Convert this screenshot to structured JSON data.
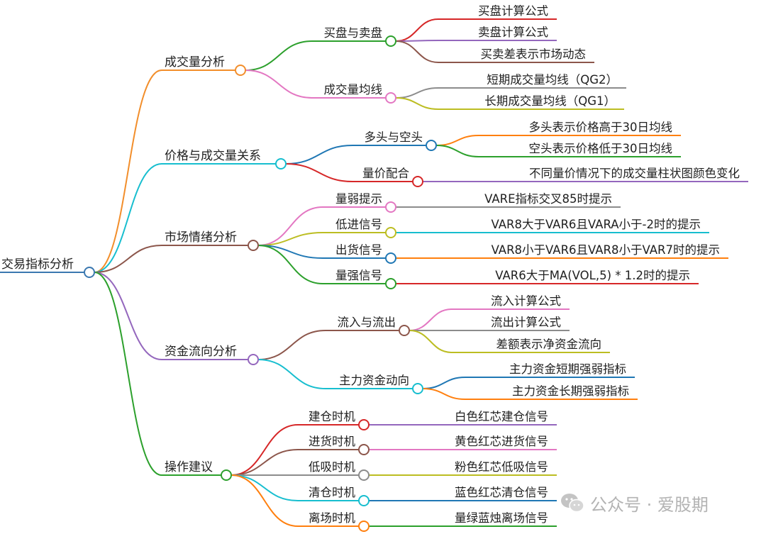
{
  "mindmap": {
    "root": {
      "label": "交易指标分析",
      "color": "#3b78b0"
    },
    "branches": [
      {
        "label": "成交量分析",
        "color": "#f28e2b",
        "children": [
          {
            "label": "买盘与卖盘",
            "color": "#2ca02c",
            "children": [
              {
                "label": "买盘计算公式",
                "color": "#d62728"
              },
              {
                "label": "卖盘计算公式",
                "color": "#9467bd"
              },
              {
                "label": "买卖差表示市场动态",
                "color": "#8c564b"
              }
            ]
          },
          {
            "label": "成交量均线",
            "color": "#e377c2",
            "children": [
              {
                "label": "短期成交量均线（QG2）",
                "color": "#8c8c8c"
              },
              {
                "label": "长期成交量均线（QG1）",
                "color": "#bcbd22"
              }
            ]
          }
        ]
      },
      {
        "label": "价格与成交量关系",
        "color": "#17becf",
        "children": [
          {
            "label": "多头与空头",
            "color": "#1f77b4",
            "children": [
              {
                "label": "多头表示价格高于30日均线",
                "color": "#ff7f0e"
              },
              {
                "label": "空头表示价格低于30日均线",
                "color": "#2ca02c"
              }
            ]
          },
          {
            "label": "量价配合",
            "color": "#d62728",
            "children": [
              {
                "label": "不同量价情况下的成交量柱状图颜色变化",
                "color": "#9467bd"
              }
            ]
          }
        ]
      },
      {
        "label": "市场情绪分析",
        "color": "#8c564b",
        "children": [
          {
            "label": "量弱提示",
            "color": "#e377c2",
            "children": [
              {
                "label": "VARE指标交叉85时提示",
                "color": "#8c8c8c"
              }
            ]
          },
          {
            "label": "低进信号",
            "color": "#bcbd22",
            "children": [
              {
                "label": "VAR8大于VAR6且VARA小于-2时的提示",
                "color": "#17becf"
              }
            ]
          },
          {
            "label": "出货信号",
            "color": "#1f77b4",
            "children": [
              {
                "label": "VAR8小于VAR6且VAR8小于VAR7时的提示",
                "color": "#ff7f0e"
              }
            ]
          },
          {
            "label": "量强信号",
            "color": "#2ca02c",
            "children": [
              {
                "label": "VAR6大于MA(VOL,5) * 1.2时的提示",
                "color": "#d62728"
              }
            ]
          }
        ]
      },
      {
        "label": "资金流向分析",
        "color": "#9467bd",
        "children": [
          {
            "label": "流入与流出",
            "color": "#8c564b",
            "children": [
              {
                "label": "流入计算公式",
                "color": "#e377c2"
              },
              {
                "label": "流出计算公式",
                "color": "#8c8c8c"
              },
              {
                "label": "差额表示净资金流向",
                "color": "#bcbd22"
              }
            ]
          },
          {
            "label": "主力资金动向",
            "color": "#17becf",
            "children": [
              {
                "label": "主力资金短期强弱指标",
                "color": "#1f77b4"
              },
              {
                "label": "主力资金长期强弱指标",
                "color": "#ff7f0e"
              }
            ]
          }
        ]
      },
      {
        "label": "操作建议",
        "color": "#2ca02c",
        "children": [
          {
            "label": "建仓时机",
            "color": "#d62728",
            "children": [
              {
                "label": "白色红芯建仓信号",
                "color": "#9467bd"
              }
            ]
          },
          {
            "label": "进货时机",
            "color": "#8c564b",
            "children": [
              {
                "label": "黄色红芯进货信号",
                "color": "#e377c2"
              }
            ]
          },
          {
            "label": "低吸时机",
            "color": "#8c8c8c",
            "children": [
              {
                "label": "粉色红芯低吸信号",
                "color": "#bcbd22"
              }
            ]
          },
          {
            "label": "清仓时机",
            "color": "#17becf",
            "children": [
              {
                "label": "蓝色红芯清仓信号",
                "color": "#1f77b4"
              }
            ]
          },
          {
            "label": "离场时机",
            "color": "#ff7f0e",
            "children": [
              {
                "label": "量绿蓝烛离场信号",
                "color": "#2ca02c"
              }
            ]
          }
        ]
      }
    ]
  },
  "watermark": {
    "text": "公众号 · 爱股期",
    "icon": "wechat-icon"
  }
}
